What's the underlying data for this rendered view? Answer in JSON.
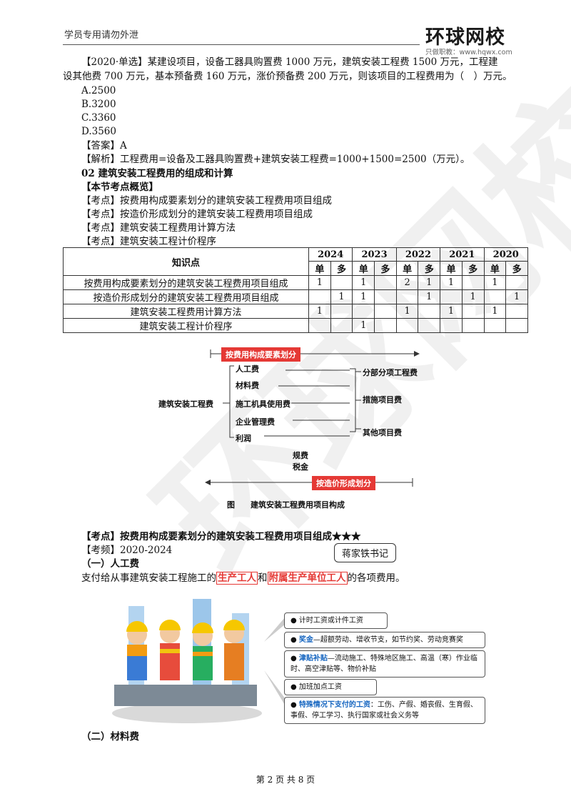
{
  "header": {
    "left": "学员专用请勿外泄",
    "logo": "环球网校",
    "logo_sub": "只做职教：www.hqwx.com"
  },
  "question": {
    "stem_line1": "【2020·单选】某建设项目，设备工器具购置费 1000 万元，建筑安装工程费 1500 万元，工程建",
    "stem_line2": "设其他费 700 万元，基本预备费 160 万元，涨价预备费 200 万元，则该项目的工程费用为（　）万元。",
    "options": [
      "A.2500",
      "B.3200",
      "C.3360",
      "D.3560"
    ],
    "answer": "【答案】A",
    "analysis": "【解析】工程费用=设备及工器具购置费+建筑安装工程费=1000+1500=2500（万元）。"
  },
  "section": {
    "title": "02 建筑安装工程费用的组成和计算",
    "overview_title": "【本节考点概览】",
    "points": [
      "【考点】按费用构成要素划分的建筑安装工程费用项目组成",
      "【考点】按造价形成划分的建筑安装工程费用项目组成",
      "【考点】建筑安装工程费用计算方法",
      "【考点】建筑安装工程计价程序"
    ]
  },
  "table": {
    "col_header": "知识点",
    "years": [
      "2024",
      "2023",
      "2022",
      "2021",
      "2020"
    ],
    "sub_headers": [
      "单",
      "多"
    ],
    "rows": [
      {
        "label": "按费用构成要素划分的建筑安装工程费用项目组成",
        "cells": [
          "1",
          "",
          "1",
          "",
          "2",
          "1",
          "1",
          "",
          "1",
          ""
        ]
      },
      {
        "label": "按造价形成划分的建筑安装工程费用项目组成",
        "cells": [
          "",
          "1",
          "1",
          "",
          "",
          "1",
          "",
          "1",
          "",
          "1"
        ]
      },
      {
        "label": "建筑安装工程费用计算方法",
        "cells": [
          "1",
          "",
          "",
          "",
          "1",
          "",
          "1",
          "",
          "1",
          ""
        ]
      },
      {
        "label": "建筑安装工程计价程序",
        "cells": [
          "",
          "",
          "1",
          "",
          "",
          "",
          "",
          "",
          "",
          ""
        ]
      }
    ]
  },
  "diagram": {
    "top_label": "按费用构成要素划分",
    "bottom_label": "按造价形成划分",
    "root": "建筑安装工程费",
    "left_items": [
      "人工费",
      "材料费",
      "施工机具使用费",
      "企业管理费",
      "利润"
    ],
    "mid_items": [
      "规费",
      "税金"
    ],
    "right_items": [
      "分部分项工程费",
      "措施项目费",
      "其他项目费"
    ],
    "caption": "图　　建筑安装工程费用项目构成"
  },
  "kaodian": {
    "title": "【考点】按费用构成要素划分的建筑安装工程费用项目组成★★★",
    "freq": "【考频】2020-2024",
    "stamp": "蒋家铁书记",
    "sub1": "（一）人工费",
    "desc_pre": "支付给从事建筑安装工程施工的",
    "desc_hl1": "生产工人",
    "desc_mid": "和",
    "desc_hl2": "附属生产单位工人",
    "desc_post": "的各项费用。",
    "notes": [
      {
        "lead": "计时工资或计件工资",
        "rest": ""
      },
      {
        "lead": "奖金",
        "rest": "—超额劳动、增收节支，如节约奖、劳动竞赛奖"
      },
      {
        "lead": "津贴补贴",
        "rest": "—流动施工、特殊地区施工、高温（寒）作业临时、高空津贴等、物价补贴"
      },
      {
        "lead": "加班加点工资",
        "rest": ""
      },
      {
        "lead": "特殊情况下支付的工资",
        "rest": "：工伤、产假、婚丧假、生育假、事假、停工学习、执行国家或社会义务等"
      }
    ],
    "sub2": "（二）材料费"
  },
  "footer": "第 2 页 共 8 页"
}
